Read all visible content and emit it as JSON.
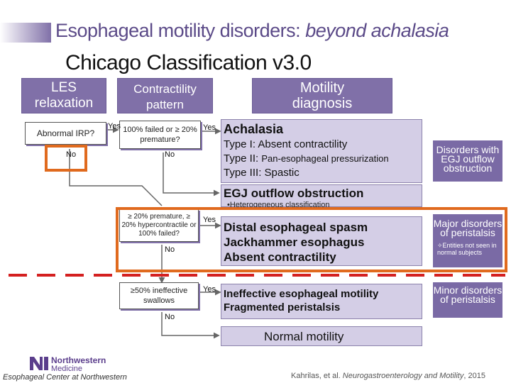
{
  "title": {
    "main_plain": "Esophageal motility disorders: ",
    "main_italic": "beyond achalasia",
    "subtitle": "Chicago Classification v3.0"
  },
  "headers": {
    "les": "LES relaxation",
    "contractility": "Contractility pattern",
    "motility": "Motility diagnosis"
  },
  "questions": {
    "irp": "Abnormal IRP?",
    "failed": "100% failed or ≥ 20% premature?",
    "premature": "≥ 20% premature, ≥ 20% hypercontractile or 100% failed?",
    "ineffective": "≥50% ineffective swallows"
  },
  "answers": {
    "yes": "Yes",
    "no": "No"
  },
  "diagnoses": {
    "achalasia_title": "Achalasia",
    "type1": "Type I: Absent contractility",
    "type2_prefix": "Type II: ",
    "type2_rest": "Pan-esophageal pressurization",
    "type3": "Type III: Spastic",
    "egj_title": "EGJ outflow obstruction",
    "egj_note": "•Heterogeneous classification",
    "major_1": "Distal esophageal spasm",
    "major_2": "Jackhammer esophagus",
    "major_3": "Absent contractility",
    "minor_1": "Ineffective esophageal motility",
    "minor_2": "Fragmented peristalsis",
    "normal": "Normal motility"
  },
  "categories": {
    "egj": "Disorders with EGJ outflow obstruction",
    "major": "Major disorders of peristalsis",
    "major_note": "✧Entities not seen in normal subjects",
    "minor": "Minor disorders of peristalsis"
  },
  "footer": {
    "logo_line1": "Northwestern",
    "logo_line2": "Medicine",
    "center": "Esophageal Center at Northwestern",
    "citation_plain": "Kahrilas, et al. ",
    "citation_journal": "Neurogastroenterology and Motility",
    "citation_year": ", 2015"
  },
  "colors": {
    "purple_header": "#8070a8",
    "light_lavender": "#d4cee6",
    "category_purple": "#7a6aa5",
    "highlight_orange": "#e06a1e",
    "divider_red": "#d42020"
  }
}
